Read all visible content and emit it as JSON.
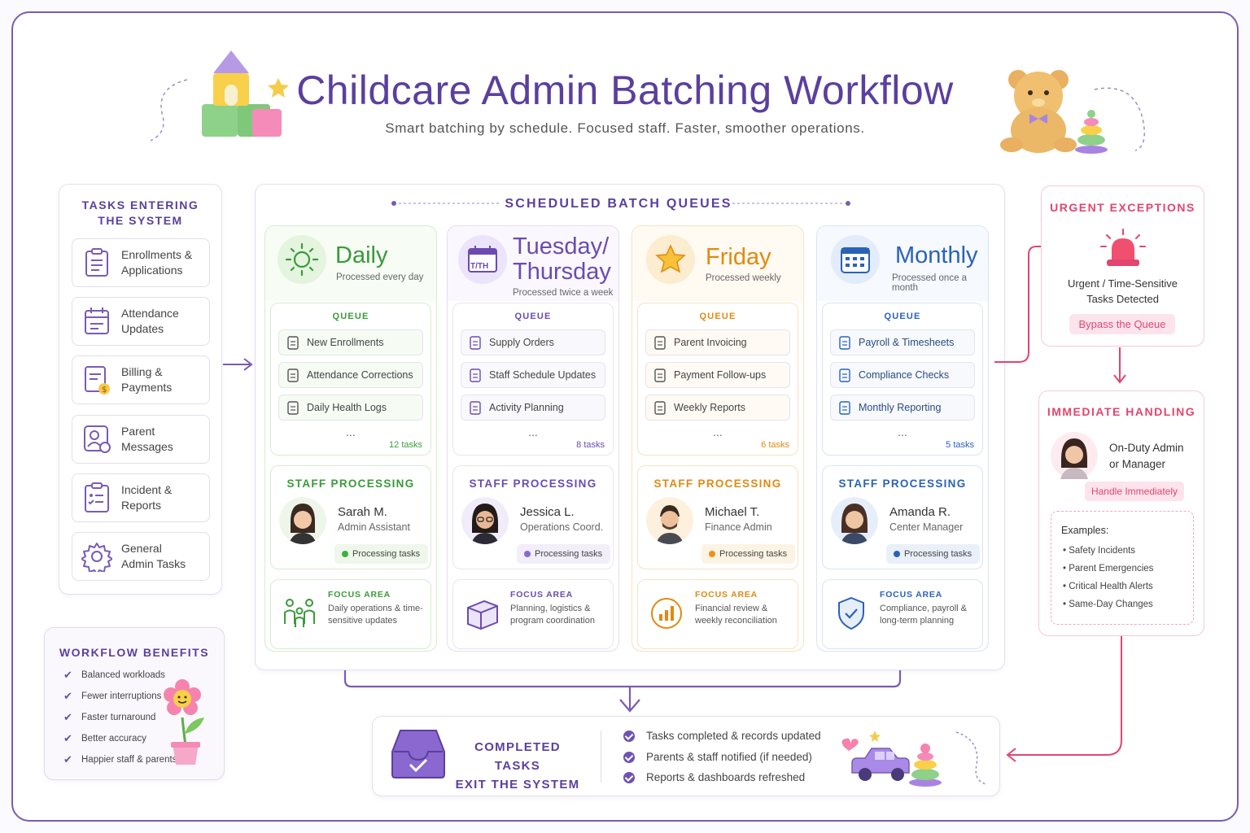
{
  "header": {
    "title": "Childcare Admin Batching Workflow",
    "subtitle": "Smart batching by schedule. Focused staff. Faster, smoother operations."
  },
  "tasks_entering": {
    "title": "TASKS ENTERING\nTHE SYSTEM",
    "items": [
      {
        "label": "Enrollments &\nApplications",
        "icon": "clipboard-icon"
      },
      {
        "label": "Attendance\nUpdates",
        "icon": "calendar-icon"
      },
      {
        "label": "Billing &\nPayments",
        "icon": "invoice-icon"
      },
      {
        "label": "Parent\nMessages",
        "icon": "parent-message-icon"
      },
      {
        "label": "Incident &\nReports",
        "icon": "checklist-icon"
      },
      {
        "label": "General\nAdmin Tasks",
        "icon": "gear-icon"
      }
    ]
  },
  "batch_queues": {
    "title": "SCHEDULED BATCH QUEUES",
    "queue_label": "QUEUE",
    "staff_label": "STAFF PROCESSING",
    "focus_label": "FOCUS AREA",
    "ellipsis": "...",
    "columns": [
      {
        "name": "Daily",
        "sub": "Processed every day",
        "accent": "#3a9a3a",
        "items": [
          "New Enrollments",
          "Attendance Corrections",
          "Daily Health Logs"
        ],
        "count": "12 tasks",
        "person": "Sarah M.",
        "role": "Admin Assistant",
        "status": "Processing tasks",
        "dot": "#3fae3f",
        "focus": "Daily operations & time-sensitive updates",
        "icon": "sun-icon"
      },
      {
        "name": "Tuesday/ Thursday",
        "sub": "Processed twice a week",
        "accent": "#6b4bb0",
        "badge": "T/TH",
        "items": [
          "Supply Orders",
          "Staff Schedule Updates",
          "Activity Planning"
        ],
        "count": "8 tasks",
        "person": "Jessica L.",
        "role": "Operations Coord.",
        "status": "Processing tasks",
        "dot": "#8a6ad0",
        "focus": "Planning, logistics & program coordination",
        "icon": "calendar-icon"
      },
      {
        "name": "Friday",
        "sub": "Processed weekly",
        "accent": "#e08a12",
        "items": [
          "Parent Invoicing",
          "Payment Follow-ups",
          "Weekly Reports"
        ],
        "count": "6 tasks",
        "person": "Michael T.",
        "role": "Finance Admin",
        "status": "Processing tasks",
        "dot": "#f0901a",
        "focus": "Financial review & weekly reconciliation",
        "icon": "star-icon"
      },
      {
        "name": "Monthly",
        "sub": "Processed once a month",
        "accent": "#2a62b8",
        "items": [
          "Payroll & Timesheets",
          "Compliance Checks",
          "Monthly Reporting"
        ],
        "count": "5 tasks",
        "person": "Amanda R.",
        "role": "Center Manager",
        "status": "Processing tasks",
        "dot": "#2a62b8",
        "focus": "Compliance, payroll & long-term planning",
        "icon": "calendar-grid-icon"
      }
    ]
  },
  "urgent": {
    "title": "URGENT EXCEPTIONS",
    "text": "Urgent / Time-Sensitive\nTasks Detected",
    "badge": "Bypass the Queue"
  },
  "immediate": {
    "title": "IMMEDIATE HANDLING",
    "person": "On-Duty Admin\nor Manager",
    "badge": "Handle Immediately",
    "examples_label": "Examples:",
    "examples": [
      "Safety Incidents",
      "Parent Emergencies",
      "Critical Health Alerts",
      "Same-Day Changes"
    ]
  },
  "benefits": {
    "title": "WORKFLOW BENEFITS",
    "items": [
      "Balanced workloads",
      "Fewer interruptions",
      "Faster turnaround",
      "Better accuracy",
      "Happier staff & parents"
    ]
  },
  "completed": {
    "title": "COMPLETED TASKS\nEXIT THE SYSTEM",
    "items": [
      "Tasks completed & records updated",
      "Parents & staff notified (if needed)",
      "Reports & dashboards refreshed"
    ]
  },
  "colors": {
    "primary": "#5b3f9e",
    "urgent": "#e2456e",
    "daily": "#3a9a3a",
    "friday": "#e08a12",
    "monthly": "#2a62b8"
  }
}
